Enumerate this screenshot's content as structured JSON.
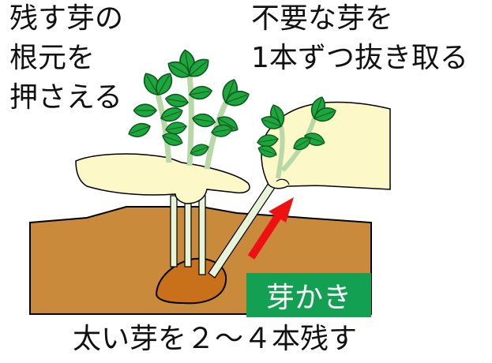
{
  "labels": {
    "left_lines": [
      "残す芽の",
      "根元を",
      "押さえる"
    ],
    "right_lines": [
      "不要な芽を",
      "1本ずつ抜き取る"
    ],
    "bottom": "太い芽を２～４本残す",
    "badge": "芽かき"
  },
  "colors": {
    "soil": "#c98a3c",
    "seed_potato": "#c9701a",
    "leaf": "#1ea63e",
    "stem": "#e8f4d8",
    "hand": "#fdf8c8",
    "arrow": "#ee1111",
    "badge_bg": "#14a052"
  },
  "icons": {
    "arrow": "red-up-right-arrow"
  }
}
